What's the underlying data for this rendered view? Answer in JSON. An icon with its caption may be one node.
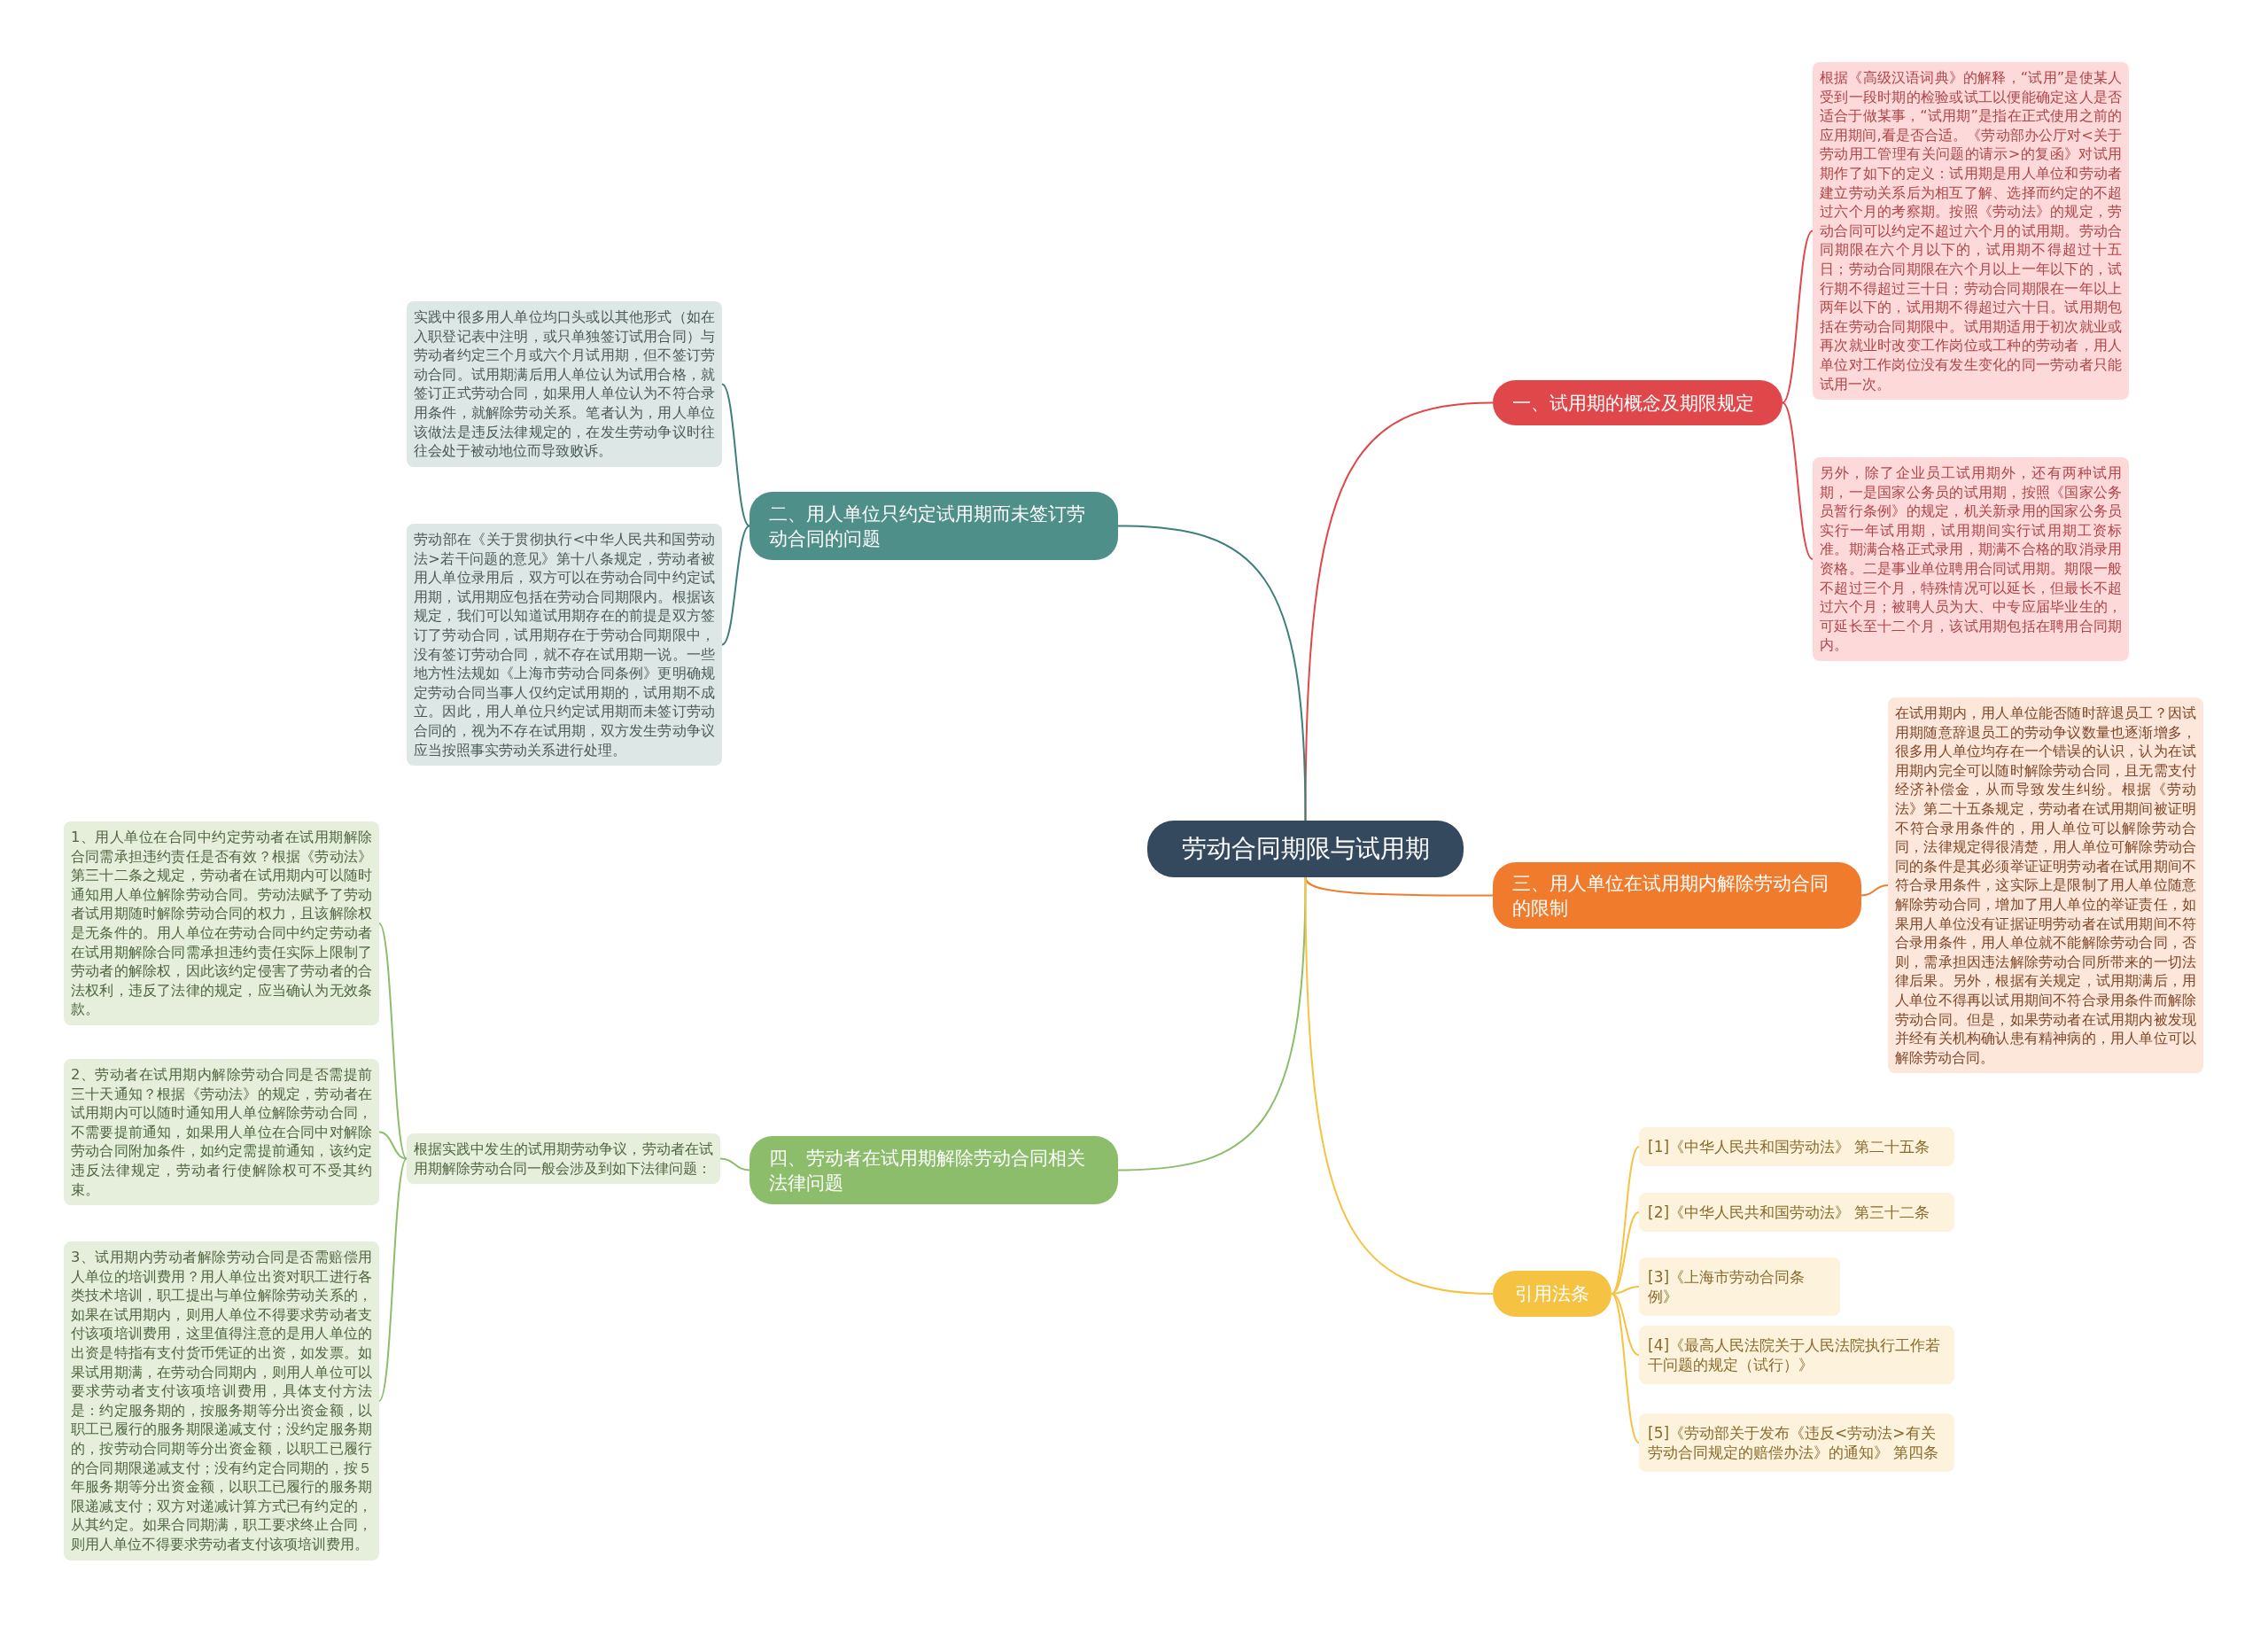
{
  "diagram": {
    "nodes": [
      {
        "text": [
          "劳动合同期限与试用期"
        ]
      },
      {
        "text": [
          "一、试用期的概念及期限规定"
        ]
      },
      {
        "text": [
          "根据《高级汉语词典》的解释，“试用”是使某人受到一段时期的检验或试工以便能确定这人是否适合于做某事，“试用期”是指在正式使用之前的应用期间,看是否合适。《劳动部办公厅对<关于劳动用工管理有关问题的请示>的复函》对试用期作了如下的定义：试用期是用人单位和劳动者建立劳动关系后为相互了解、选择而约定的不超过六个月的考察期。按照《劳动法》的规定，劳动合同可以约定不超过六个月的试用期。劳动合同期限在六个月以下的，试用期不得超过十五日；劳动合同期限在六个月以上一年以下的，试行期不得超过三十日；劳动合同期限在一年以上两年以下的，试用期不得超过六十日。试用期包括在劳动合同期限中。试用期适用于初次就业或再次就业时改变工作岗位或工种的劳动者，用人单位对工作岗位没有发生变化的同一劳动者只能试用一次。"
        ]
      },
      {
        "text": [
          "另外，除了企业员工试用期外，还有两种试用期，一是国家公务员的试用期，按照《国家公务员暂行条例》的规定，机关新录用的国家公务员实行一年试用期，试用期间实行试用期工资标准。期满合格正式录用，期满不合格的取消录用资格。二是事业单位聘用合同试用期。期限一般不超过三个月，特殊情况可以延长，但最长不超过六个月；被聘人员为大、中专应届毕业生的，可延长至十二个月，该试用期包括在聘用合同期内。"
        ]
      },
      {
        "text": [
          "二、用人单位只约定试用期而未签订劳动合同的问题"
        ]
      },
      {
        "text": [
          "实践中很多用人单位均口头或以其他形式（如在入职登记表中注明，或只单独签订试用合同）与劳动者约定三个月或六个月试用期，但不签订劳动合同。试用期满后用人单位认为试用合格，就签订正式劳动合同，如果用人单位认为不符合录用条件，就解除劳动关系。笔者认为，用人单位该做法是违反法律规定的，在发生劳动争议时往往会处于被动地位而导致败诉。"
        ]
      },
      {
        "text": [
          "劳动部在《关于贯彻执行<中华人民共和国劳动法>若干问题的意见》第十八条规定，劳动者被用人单位录用后，双方可以在劳动合同中约定试用期，试用期应包括在劳动合同期限内。根据该规定，我们可以知道试用期存在的前提是双方签订了劳动合同，试用期存在于劳动合同期限中，没有签订劳动合同，就不存在试用期一说。一些地方性法规如《上海市劳动合同条例》更明确规定劳动合同当事人仅约定试用期的，试用期不成立。因此，用人单位只约定试用期而未签订劳动合同的，视为不存在试用期，双方发生劳动争议应当按照事实劳动关系进行处理。"
        ]
      },
      {
        "text": [
          "三、用人单位在试用期内解除劳动合同的限制"
        ]
      },
      {
        "text": [
          "在试用期内，用人单位能否随时辞退员工？因试用期随意辞退员工的劳动争议数量也逐渐增多，很多用人单位均存在一个错误的认识，认为在试用期内完全可以随时解除劳动合同，且无需支付经济补偿金，从而导致发生纠纷。根据《劳动法》第二十五条规定，劳动者在试用期间被证明不符合录用条件的，用人单位可以解除劳动合同，法律规定得很清楚，用人单位可解除劳动合同的条件是其必须举证证明劳动者在试用期间不符合录用条件，这实际上是限制了用人单位随意解除劳动合同，增加了用人单位的举证责任，如果用人单位没有证据证明劳动者在试用期间不符合录用条件，用人单位就不能解除劳动合同，否则，需承担因违法解除劳动合同所带来的一切法律后果。另外，根据有关规定，试用期满后，用人单位不得再以试用期间不符合录用条件而解除劳动合同。但是，如果劳动者在试用期内被发现并经有关机构确认患有精神病的，用人单位可以解除劳动合同。"
        ]
      },
      {
        "text": [
          "四、劳动者在试用期解除劳动合同相关法律问题"
        ]
      },
      {
        "text": [
          "根据实践中发生的试用期劳动争议，劳动者在试用期解除劳动合同一般会涉及到如下法律问题："
        ]
      },
      {
        "text": [
          "1、用人单位在合同中约定劳动者在试用期解除合同需承担违约责任是否有效？根据《劳动法》第三十二条之规定，劳动者在试用期内可以随时通知用人单位解除劳动合同。劳动法赋予了劳动者试用期随时解除劳动合同的权力，且该解除权是无条件的。用人单位在劳动合同中约定劳动者在试用期解除合同需承担违约责任实际上限制了劳动者的解除权，因此该约定侵害了劳动者的合法权利，违反了法律的规定，应当确认为无效条款。"
        ]
      },
      {
        "text": [
          "2、劳动者在试用期内解除劳动合同是否需提前三十天通知？根据《劳动法》的规定，劳动者在试用期内可以随时通知用人单位解除劳动合同，不需要提前通知，如果用人单位在合同中对解除劳动合同附加条件，如约定需提前通知，该约定违反法律规定，劳动者行使解除权可不受其约束。"
        ]
      },
      {
        "text": [
          "3、试用期内劳动者解除劳动合同是否需赔偿用人单位的培训费用？用人单位出资对职工进行各类技术培训，职工提出与单位解除劳动关系的，如果在试用期内，则用人单位不得要求劳动者支付该项培训费用，这里值得注意的是用人单位的出资是特指有支付货币凭证的出资，如发票。如果试用期满，在劳动合同期内，则用人单位可以要求劳动者支付该项培训费用，具体支付方法是：约定服务期的，按服务期等分出资金额，以职工已履行的服务期限递减支付；没约定服务期的，按劳动合同期等分出资金额，以职工已履行的合同期限递减支付；没有约定合同期的，按５年服务期等分出资金额，以职工已履行的服务期限递减支付；双方对递减计算方式已有约定的，从其约定。如果合同期满，职工要求终止合同，则用人单位不得要求劳动者支付该项培训费用。"
        ]
      },
      {
        "text": [
          "引用法条"
        ]
      },
      {
        "text": [
          "[1]《中华人民共和国劳动法》 第二十五条"
        ]
      },
      {
        "text": [
          "[2]《中华人民共和国劳动法》 第三十二条"
        ]
      },
      {
        "text": [
          "[3]《上海市劳动合同条例》"
        ]
      },
      {
        "text": [
          "[4]《最高人民法院关于人民法院执行工作若干问题的规定（试行）》"
        ]
      },
      {
        "text": [
          "[5]《劳动部关于发布《违反<劳动法>有关劳动合同规定的赔偿办法》的通知》 第四条"
        ]
      }
    ],
    "edges": [
      {
        "from": 0,
        "to": 1,
        "arrow": "none",
        "color": "#e0474a"
      },
      {
        "from": 1,
        "to": 2,
        "arrow": "none",
        "color": "#e0474a"
      },
      {
        "from": 1,
        "to": 3,
        "arrow": "none",
        "color": "#e0474a"
      },
      {
        "from": 0,
        "to": 4,
        "arrow": "none",
        "color": "#3f7f7a"
      },
      {
        "from": 4,
        "to": 5,
        "arrow": "none",
        "color": "#3f7f7a"
      },
      {
        "from": 4,
        "to": 6,
        "arrow": "none",
        "color": "#3f7f7a"
      },
      {
        "from": 0,
        "to": 7,
        "arrow": "none",
        "color": "#f07b2c"
      },
      {
        "from": 7,
        "to": 8,
        "arrow": "none",
        "color": "#f07b2c"
      },
      {
        "from": 0,
        "to": 9,
        "arrow": "none",
        "color": "#8cbd6b"
      },
      {
        "from": 9,
        "to": 10,
        "arrow": "none",
        "color": "#8cbd6b"
      },
      {
        "from": 10,
        "to": 11,
        "arrow": "none",
        "color": "#8cbd6b"
      },
      {
        "from": 10,
        "to": 12,
        "arrow": "none",
        "color": "#8cbd6b"
      },
      {
        "from": 10,
        "to": 13,
        "arrow": "none",
        "color": "#8cbd6b"
      },
      {
        "from": 0,
        "to": 14,
        "arrow": "none",
        "color": "#f5c242"
      },
      {
        "from": 14,
        "to": 15,
        "arrow": "none",
        "color": "#f5c242"
      },
      {
        "from": 14,
        "to": 16,
        "arrow": "none",
        "color": "#f5c242"
      },
      {
        "from": 14,
        "to": 17,
        "arrow": "none",
        "color": "#f5c242"
      },
      {
        "from": 14,
        "to": 18,
        "arrow": "none",
        "color": "#f5c242"
      },
      {
        "from": 14,
        "to": 19,
        "arrow": "none",
        "color": "#f5c242"
      }
    ]
  }
}
